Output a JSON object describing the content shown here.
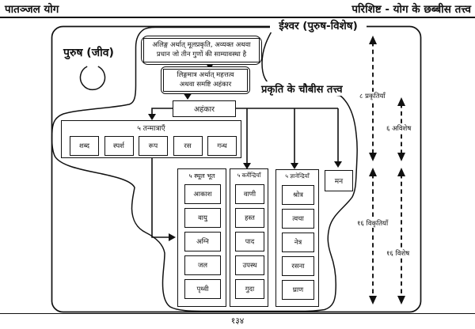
{
  "header": {
    "left_title": "पातञ्जल योग",
    "right_title": "परिशिष्ट - योग के छब्बीस तत्त्व"
  },
  "footer": {
    "page_number": "१३४"
  },
  "diagram": {
    "ishvara_label": "ईश्वर (पुरुष-विशेष)",
    "purusha_label": "पुरुष (जीव)",
    "prakriti_heading": "प्रकृति के चौबीस तत्त्व",
    "alinga_box": {
      "line1": "अलिङ्ग अर्थात् मूलप्रकृति, अव्यक्त अथवा",
      "line2": "प्रधान जो तीन गुणों की साम्यावस्था है"
    },
    "lingamatra_box": {
      "line1": "लिङ्गमात्र अर्थात् महत्तत्व",
      "line2": "अथवा समष्टि अहंकार"
    },
    "ahankara_label": "अहंकार",
    "manas_label": "मन",
    "tanmatra_group": {
      "title": "५ तन्मात्राएँ",
      "items": [
        "शब्द",
        "स्पर्श",
        "रूप",
        "रस",
        "गन्ध"
      ]
    },
    "sthula_group": {
      "title": "५ स्थूल भूत",
      "items": [
        "आकाश",
        "वायु",
        "अग्नि",
        "जल",
        "पृथ्वी"
      ]
    },
    "karmendriya_group": {
      "title": "५ कर्मेन्द्रियाँ",
      "items": [
        "वाणी",
        "हस्त",
        "पाद",
        "उपस्थ",
        "गुदा"
      ]
    },
    "jnanendriya_group": {
      "title": "५ ज्ञानेन्द्रियाँ",
      "items": [
        "श्रोत्र",
        "त्वचा",
        "नेत्र",
        "रसना",
        "घ्राण"
      ]
    },
    "side_labels": {
      "prakritis": "८ प्रकृतियाँ",
      "avishesha": "६ अविशेष",
      "vikritis": "१६ विकृतियाँ",
      "vishesha": "१६ विशेष"
    }
  },
  "colors": {
    "ink": "#111111",
    "paper": "#ffffff"
  }
}
